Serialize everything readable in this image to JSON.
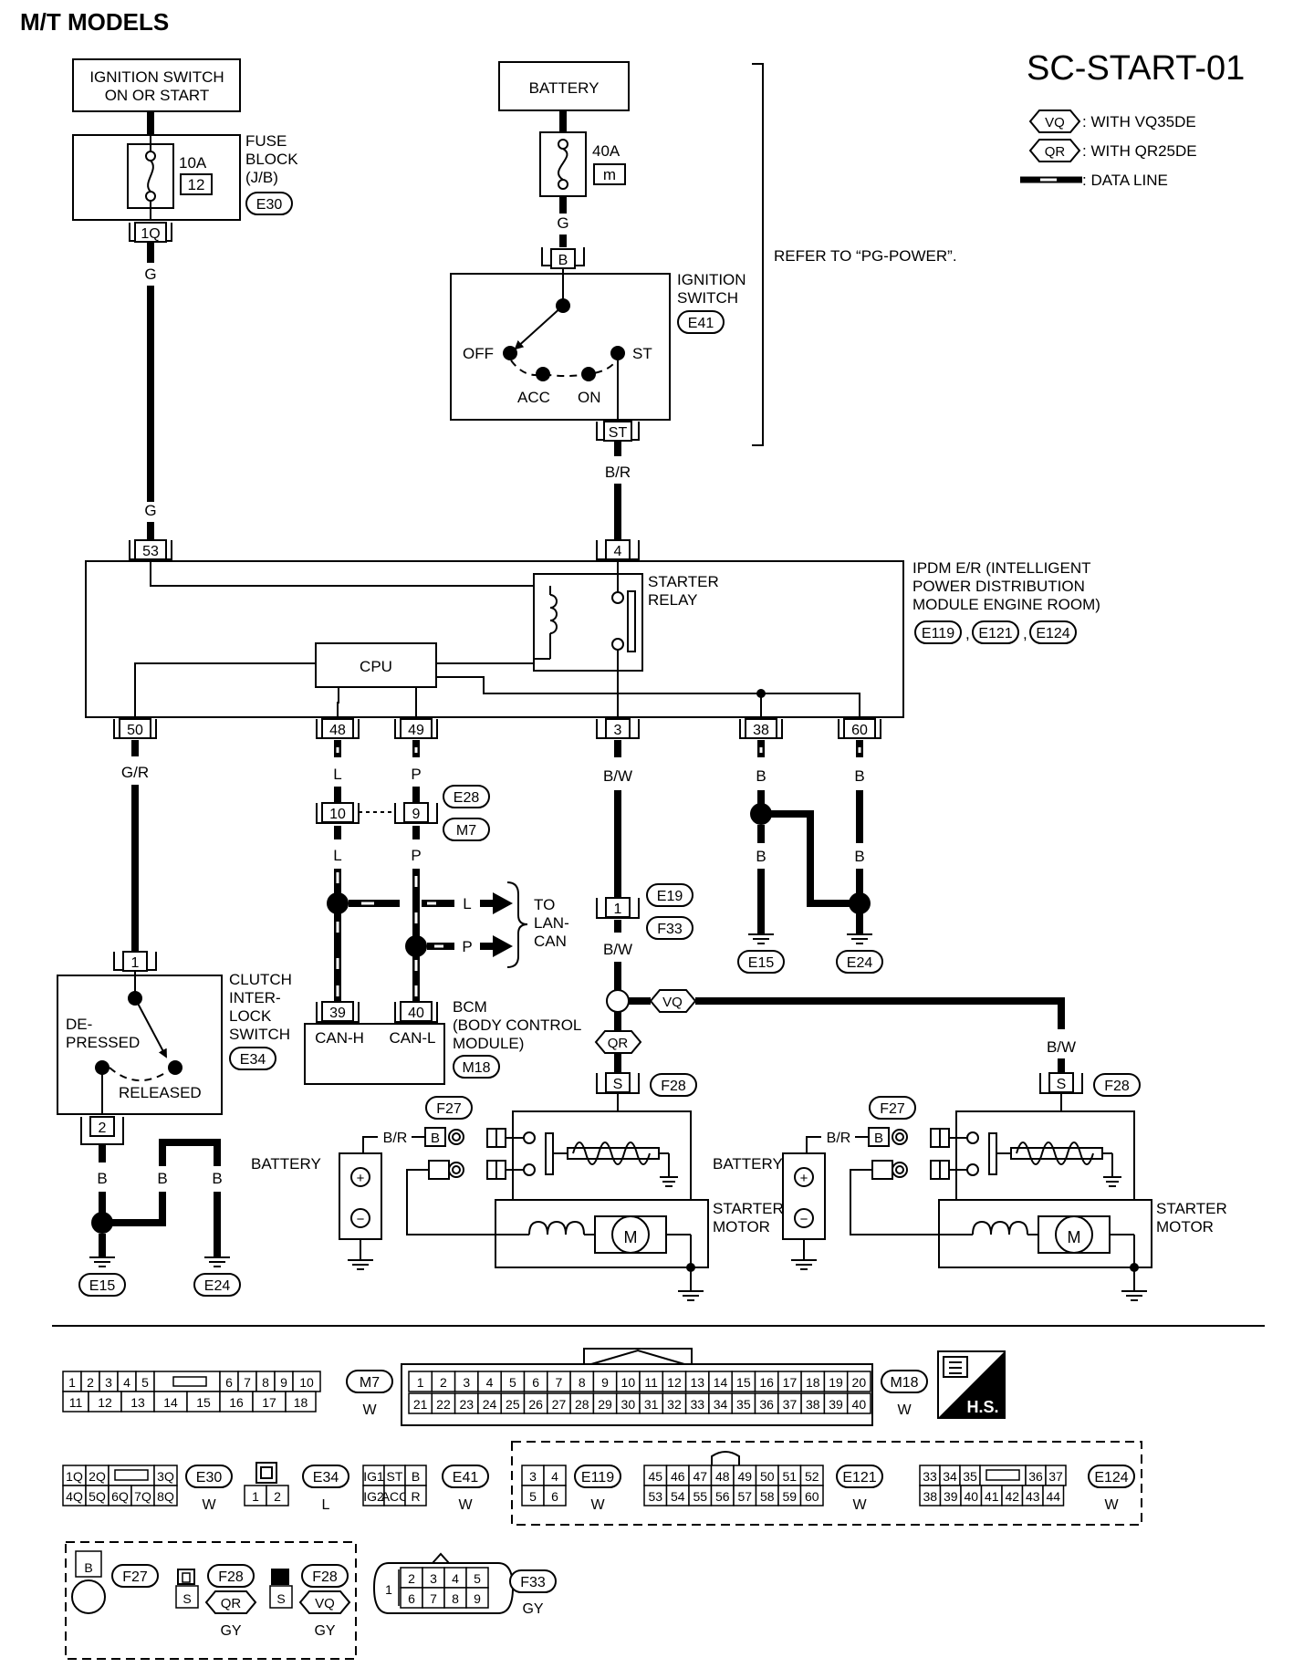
{
  "page_header": "M/T MODELS",
  "diagram_code": "SC-START-01",
  "legend": {
    "vq": {
      "tag": "VQ",
      "text": ": WITH VQ35DE"
    },
    "qr": {
      "tag": "QR",
      "text": ": WITH QR25DE"
    },
    "data_line": ": DATA LINE"
  },
  "refer_note": "REFER TO “PG-POWER”.",
  "ignition_switch_box": [
    "IGNITION SWITCH",
    "ON OR START"
  ],
  "battery_box": "BATTERY",
  "fuse_block": {
    "label": [
      "FUSE",
      "BLOCK",
      "(J/B)"
    ],
    "rating": "10A",
    "number": "12",
    "connector": "E30",
    "terminal": "1Q"
  },
  "fusible_link": {
    "rating": "40A",
    "number": "m"
  },
  "ignition_switch": {
    "label": [
      "IGNITION",
      "SWITCH"
    ],
    "connector": "E41",
    "terminal_in": "B",
    "terminal_out": "ST",
    "positions": {
      "off": "OFF",
      "acc": "ACC",
      "on": "ON",
      "st": "ST"
    }
  },
  "ipdm": {
    "label": [
      "IPDM E/R (INTELLIGENT",
      "POWER DISTRIBUTION",
      "MODULE ENGINE ROOM)"
    ],
    "connectors": [
      "E119",
      "E121",
      "E124"
    ],
    "relay_label": [
      "STARTER",
      "RELAY"
    ],
    "cpu": "CPU",
    "terminals": [
      "53",
      "4",
      "50",
      "48",
      "49",
      "3",
      "38",
      "60"
    ]
  },
  "wires": {
    "g": "G",
    "br": "B/R",
    "gr": "G/R",
    "l": "L",
    "p": "P",
    "bw": "B/W",
    "b": "B"
  },
  "joint": {
    "connectors": [
      "E28",
      "M7"
    ],
    "pins": [
      "10",
      "9"
    ]
  },
  "lan_can": {
    "l": "L",
    "p": "P",
    "label": [
      "TO",
      "LAN-",
      "CAN"
    ]
  },
  "bcm": {
    "label": [
      "BCM",
      "(BODY CONTROL",
      "MODULE)"
    ],
    "connector": "M18",
    "pins": [
      "39",
      "40"
    ],
    "pin_labels": [
      "CAN-H",
      "CAN-L"
    ]
  },
  "harness_joint": {
    "connectors": [
      "E19",
      "F33"
    ],
    "pin": "1"
  },
  "grounds": [
    "E15",
    "E24"
  ],
  "clutch": {
    "label": [
      "CLUTCH",
      "INTER-",
      "LOCK",
      "SWITCH"
    ],
    "connector": "E34",
    "pins": [
      "1",
      "2"
    ],
    "states": {
      "depressed": [
        "DE-",
        "PRESSED"
      ],
      "released": "RELEASED"
    }
  },
  "variant_tags": {
    "vq": "VQ",
    "qr": "QR"
  },
  "starter": {
    "label": [
      "STARTER",
      "MOTOR"
    ],
    "terminal": "S",
    "connector": "F28",
    "battery_connector": "F27",
    "battery_terminal": "B",
    "battery_label": "BATTERY",
    "motor": "M",
    "plus": "+",
    "minus": "−"
  },
  "connector_views": {
    "m7": {
      "id": "M7",
      "color": "W",
      "row1": [
        "1",
        "2",
        "3",
        "4",
        "5",
        "6",
        "7",
        "8",
        "9",
        "10"
      ],
      "row2": [
        "11",
        "12",
        "13",
        "14",
        "15",
        "16",
        "17",
        "18"
      ]
    },
    "m18": {
      "id": "M18",
      "color": "W",
      "row1": [
        "1",
        "2",
        "3",
        "4",
        "5",
        "6",
        "7",
        "8",
        "9",
        "10",
        "11",
        "12",
        "13",
        "14",
        "15",
        "16",
        "17",
        "18",
        "19",
        "20"
      ],
      "row2": [
        "21",
        "22",
        "23",
        "24",
        "25",
        "26",
        "27",
        "28",
        "29",
        "30",
        "31",
        "32",
        "33",
        "34",
        "35",
        "36",
        "37",
        "38",
        "39",
        "40"
      ]
    },
    "hs": "H.S.",
    "e30": {
      "id": "E30",
      "color": "W",
      "row1": [
        "1Q",
        "2Q",
        "3Q"
      ],
      "row2": [
        "4Q",
        "5Q",
        "6Q",
        "7Q",
        "8Q"
      ]
    },
    "e34": {
      "id": "E34",
      "color": "L",
      "pins": [
        "1",
        "2"
      ]
    },
    "e41": {
      "id": "E41",
      "color": "W",
      "row1": [
        "IG1",
        "ST",
        "B"
      ],
      "row2": [
        "IG2",
        "ACC",
        "R"
      ]
    },
    "e119": {
      "id": "E119",
      "color": "W",
      "row1": [
        "3",
        "4"
      ],
      "row2": [
        "5",
        "6"
      ]
    },
    "e121": {
      "id": "E121",
      "color": "W",
      "row1": [
        "45",
        "46",
        "47",
        "48",
        "49",
        "50",
        "51",
        "52"
      ],
      "row2": [
        "53",
        "54",
        "55",
        "56",
        "57",
        "58",
        "59",
        "60"
      ]
    },
    "e124": {
      "id": "E124",
      "color": "W",
      "row1": [
        "33",
        "34",
        "35",
        "36",
        "37"
      ],
      "row2": [
        "38",
        "39",
        "40",
        "41",
        "42",
        "43",
        "44"
      ]
    },
    "f27": {
      "id": "F27",
      "pin": "B"
    },
    "f28": {
      "id": "F28",
      "color": "GY",
      "pin": "S"
    },
    "f33": {
      "id": "F33",
      "color": "GY",
      "row1": [
        "2",
        "3",
        "4",
        "5"
      ],
      "row2": [
        "6",
        "7",
        "8",
        "9"
      ],
      "single": "1"
    }
  }
}
